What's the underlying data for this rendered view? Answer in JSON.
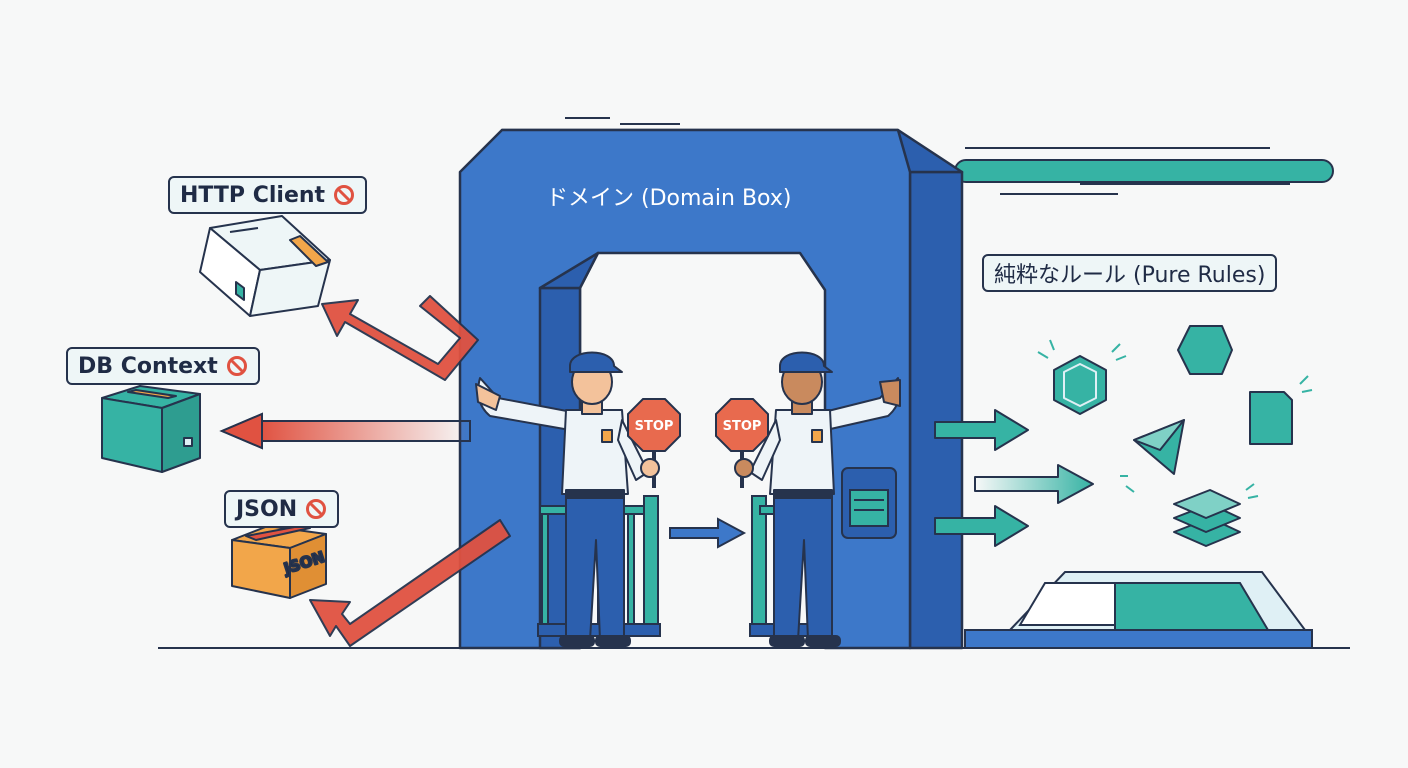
{
  "domain_box": {
    "title": "ドメイン (Domain Box)"
  },
  "pure_rules": {
    "label": "純粋なルール (Pure Rules)"
  },
  "rejected": [
    {
      "label": "HTTP Client",
      "icon": "no-entry-icon"
    },
    {
      "label": "DB Context",
      "icon": "no-entry-icon"
    },
    {
      "label": "JSON",
      "icon": "no-entry-icon",
      "box_text": "JSON"
    }
  ],
  "guards": {
    "sign_left": "STOP",
    "sign_right": "STOP"
  },
  "colors": {
    "frame": "#3d78c9",
    "frame_dark": "#2c5fae",
    "outline": "#26334d",
    "reject": "#e05241",
    "teal": "#36b3a4",
    "json_box": "#f2a64a"
  }
}
